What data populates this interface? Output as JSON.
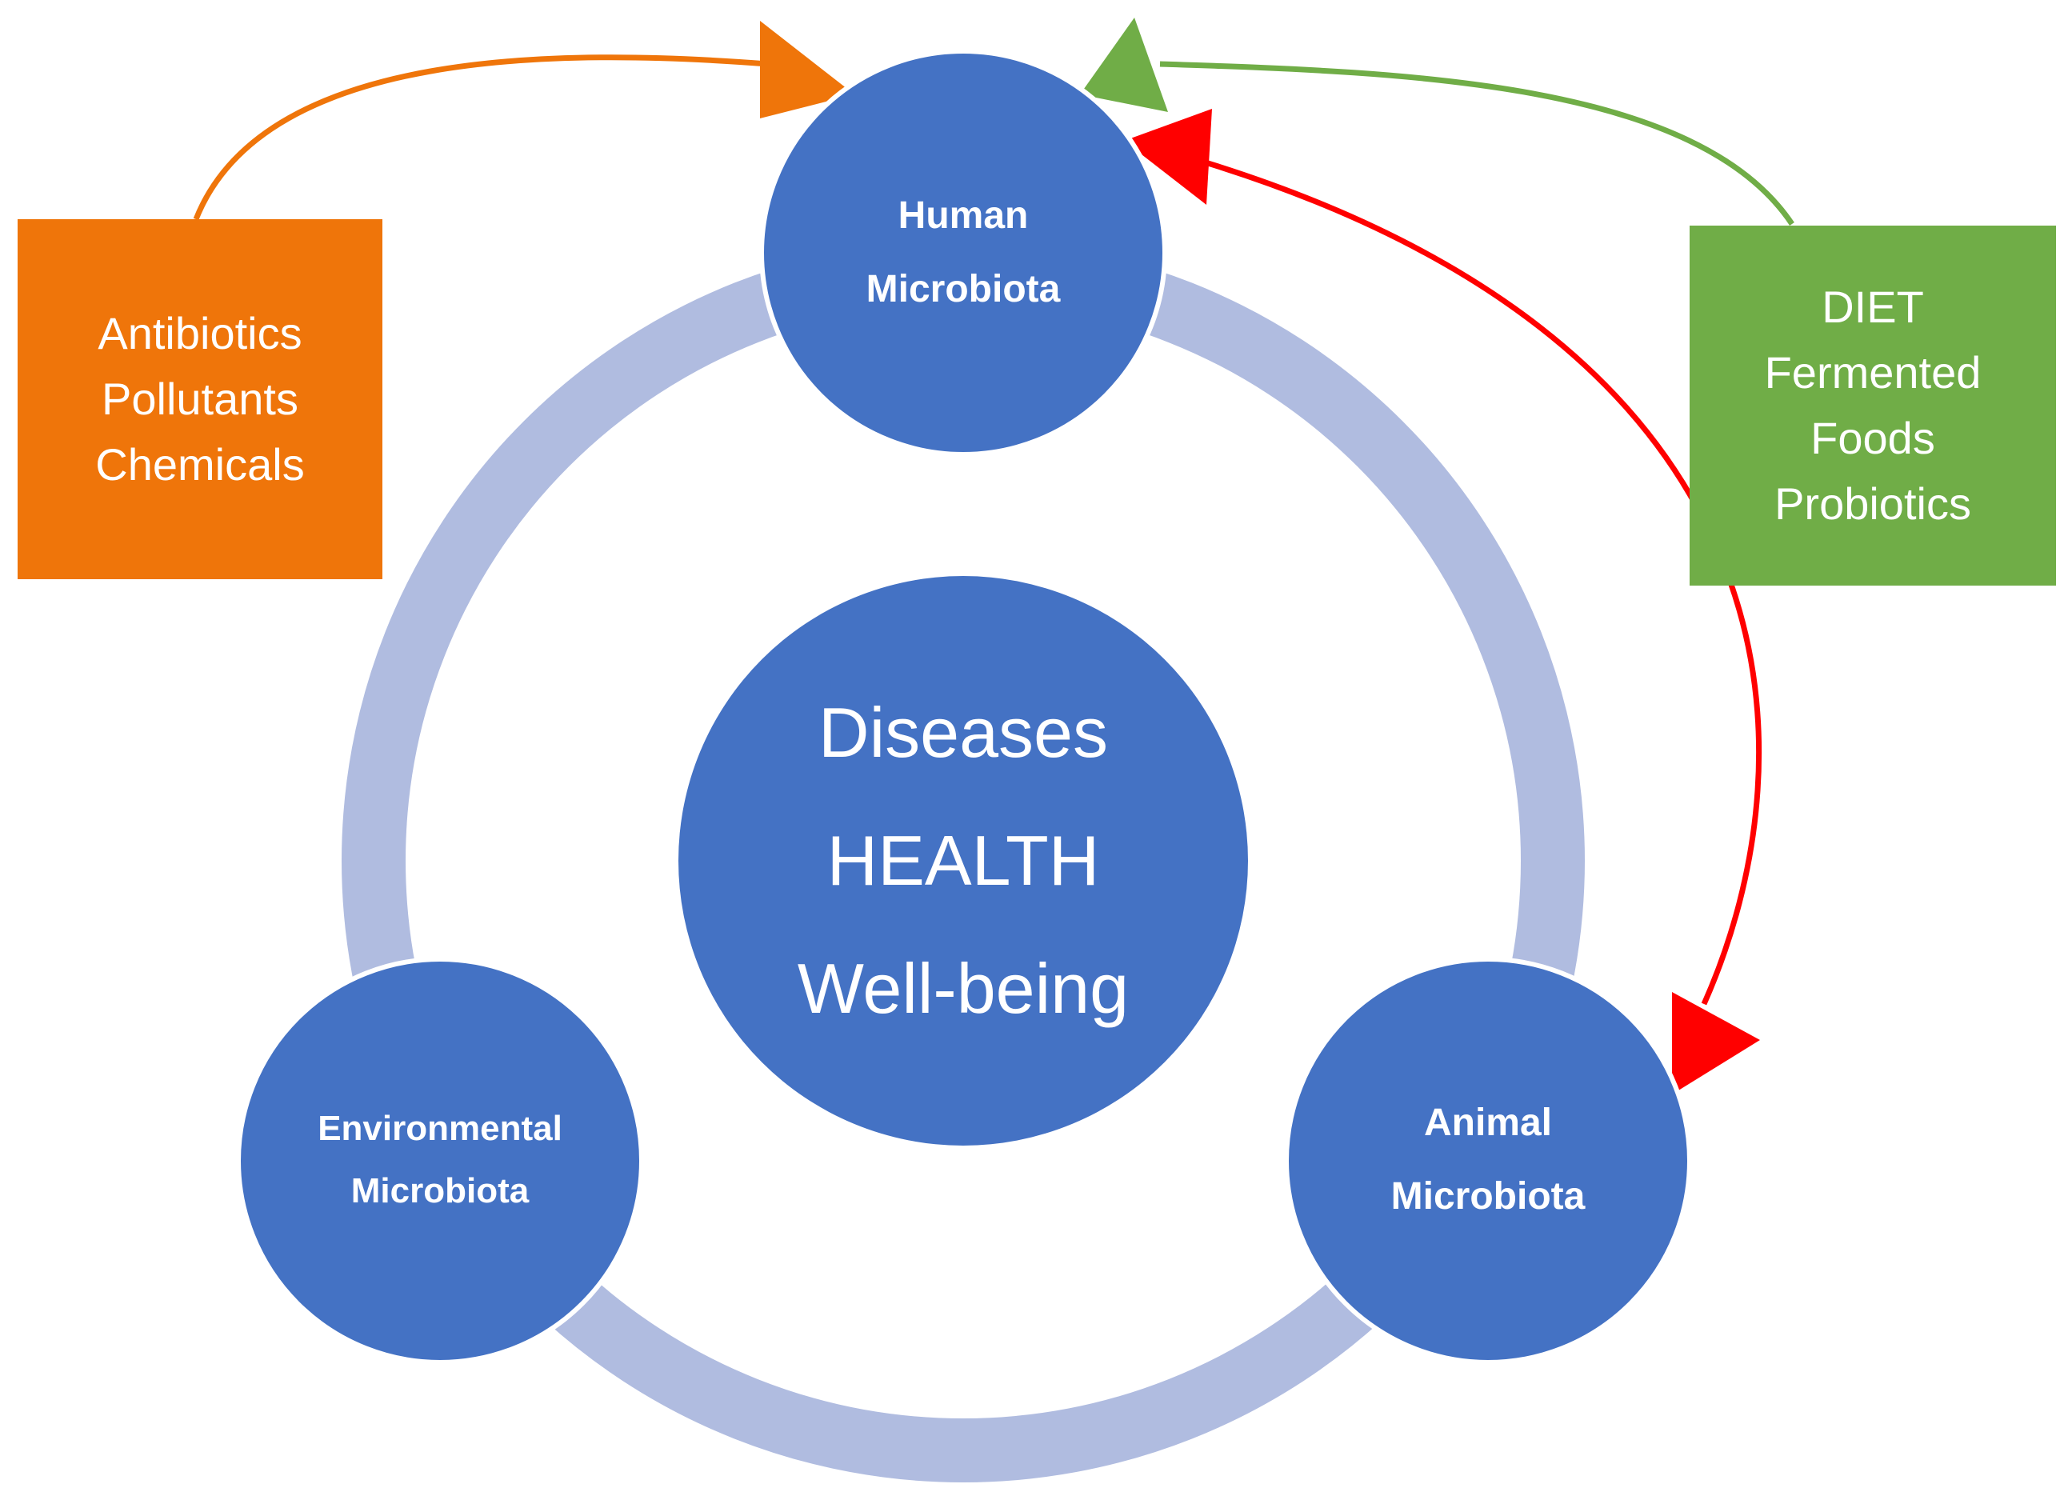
{
  "colors": {
    "node": "#4472C4",
    "ring": "#B0BCE0",
    "external_factors": "#EF750A",
    "diet_factors": "#70AD47",
    "exchange_arrow": "#FF0000",
    "text": "#FFFFFF"
  },
  "center": {
    "lines": [
      "Diseases",
      "HEALTH",
      "Well-being"
    ]
  },
  "nodes": {
    "human": {
      "lines": [
        "Human",
        "Microbiota"
      ]
    },
    "environmental": {
      "lines": [
        "Environmental",
        "Microbiota"
      ]
    },
    "animal": {
      "lines": [
        "Animal",
        "Microbiota"
      ]
    }
  },
  "factors": {
    "external": {
      "lines": [
        "Antibiotics",
        "Pollutants",
        "Chemicals"
      ]
    },
    "diet": {
      "lines": [
        "DIET",
        "Fermented",
        "Foods",
        "Probiotics"
      ]
    }
  },
  "arrows": [
    {
      "from": "external",
      "to": "human"
    },
    {
      "from": "diet",
      "to": "human"
    },
    {
      "from": "human",
      "to": "animal",
      "bidirectional": true
    }
  ]
}
